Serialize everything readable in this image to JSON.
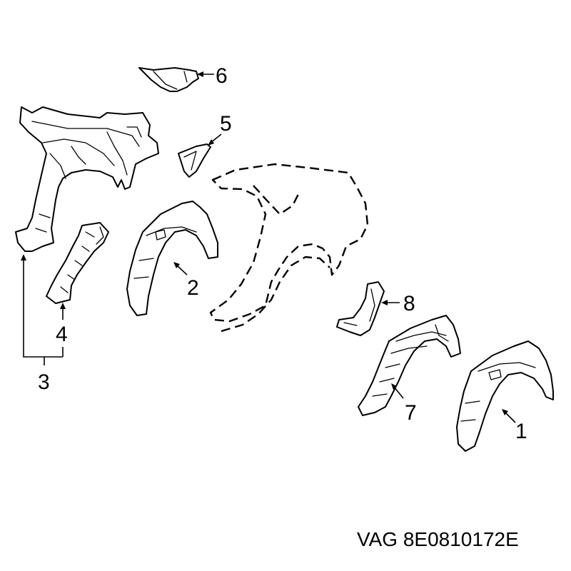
{
  "callouts": {
    "c1": "1",
    "c2": "2",
    "c3": "3",
    "c4": "4",
    "c5": "5",
    "c6": "6",
    "c7": "7",
    "c8": "8"
  },
  "footer": {
    "part_number": "VAG 8E0810172E"
  },
  "colors": {
    "line": "#000000",
    "background": "#ffffff"
  }
}
